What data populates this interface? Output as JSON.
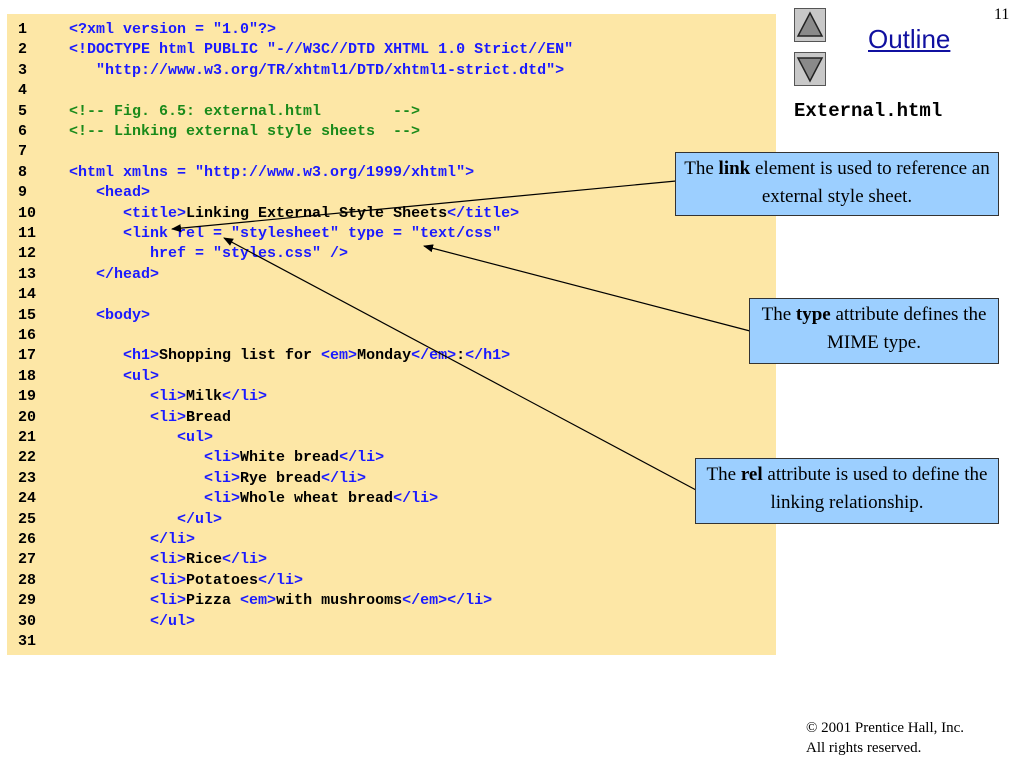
{
  "slide_number": "11",
  "outline": {
    "title": "Outline",
    "file_name": "External.html"
  },
  "nav": {
    "up_icon": "up-triangle",
    "down_icon": "down-triangle"
  },
  "colors": {
    "code_bg": "#fde7a6",
    "callout_bg": "#9ccfff",
    "markup": "#1a1aff",
    "comment": "#1a8a1a",
    "text": "#000000"
  },
  "code_lines": [
    {
      "n": "1",
      "segs": [
        [
          "b",
          "<?xml version = "
        ],
        [
          "s",
          "\"1.0\""
        ],
        [
          "b",
          "?>"
        ]
      ]
    },
    {
      "n": "2",
      "segs": [
        [
          "b",
          "<!DOCTYPE html PUBLIC "
        ],
        [
          "s",
          "\"-//W3C//DTD XHTML 1.0 Strict//EN\""
        ]
      ]
    },
    {
      "n": "3",
      "segs": [
        [
          "s",
          "   \"http://www.w3.org/TR/xhtml1/DTD/xhtml1-strict.dtd\""
        ],
        [
          "b",
          ">"
        ]
      ]
    },
    {
      "n": "4",
      "segs": []
    },
    {
      "n": "5",
      "segs": [
        [
          "c",
          "<!-- Fig. 6.5: external.html        -->"
        ]
      ]
    },
    {
      "n": "6",
      "segs": [
        [
          "c",
          "<!-- Linking external style sheets  -->"
        ]
      ]
    },
    {
      "n": "7",
      "segs": []
    },
    {
      "n": "8",
      "segs": [
        [
          "s",
          "<html xmlns = \"http://www.w3.org/1999/xhtml\">"
        ]
      ]
    },
    {
      "n": "9",
      "segs": [
        [
          "s",
          "   <head>"
        ]
      ]
    },
    {
      "n": "10",
      "segs": [
        [
          "s",
          "      <title>"
        ],
        [
          "k",
          "Linking External Style Sheets"
        ],
        [
          "s",
          "</title>"
        ]
      ]
    },
    {
      "n": "11",
      "segs": [
        [
          "s",
          "      <link rel = \"stylesheet\" type = \"text/css\""
        ]
      ]
    },
    {
      "n": "12",
      "segs": [
        [
          "s",
          "         href = \"styles.css\" />"
        ]
      ]
    },
    {
      "n": "13",
      "segs": [
        [
          "s",
          "   </head>"
        ]
      ]
    },
    {
      "n": "14",
      "segs": []
    },
    {
      "n": "15",
      "segs": [
        [
          "s",
          "   <body>"
        ]
      ]
    },
    {
      "n": "16",
      "segs": []
    },
    {
      "n": "17",
      "segs": [
        [
          "s",
          "      <h1>"
        ],
        [
          "k",
          "Shopping list for "
        ],
        [
          "s",
          "<em>"
        ],
        [
          "k",
          "Monday"
        ],
        [
          "s",
          "</em>"
        ],
        [
          "k",
          ":"
        ],
        [
          "s",
          "</h1>"
        ]
      ]
    },
    {
      "n": "18",
      "segs": [
        [
          "s",
          "      <ul>"
        ]
      ]
    },
    {
      "n": "19",
      "segs": [
        [
          "s",
          "         <li>"
        ],
        [
          "k",
          "Milk"
        ],
        [
          "s",
          "</li>"
        ]
      ]
    },
    {
      "n": "20",
      "segs": [
        [
          "s",
          "         <li>"
        ],
        [
          "k",
          "Bread"
        ]
      ]
    },
    {
      "n": "21",
      "segs": [
        [
          "s",
          "            <ul>"
        ]
      ]
    },
    {
      "n": "22",
      "segs": [
        [
          "s",
          "               <li>"
        ],
        [
          "k",
          "White bread"
        ],
        [
          "s",
          "</li>"
        ]
      ]
    },
    {
      "n": "23",
      "segs": [
        [
          "s",
          "               <li>"
        ],
        [
          "k",
          "Rye bread"
        ],
        [
          "s",
          "</li>"
        ]
      ]
    },
    {
      "n": "24",
      "segs": [
        [
          "s",
          "               <li>"
        ],
        [
          "k",
          "Whole wheat bread"
        ],
        [
          "s",
          "</li>"
        ]
      ]
    },
    {
      "n": "25",
      "segs": [
        [
          "s",
          "            </ul>"
        ]
      ]
    },
    {
      "n": "26",
      "segs": [
        [
          "s",
          "         </li>"
        ]
      ]
    },
    {
      "n": "27",
      "segs": [
        [
          "s",
          "         <li>"
        ],
        [
          "k",
          "Rice"
        ],
        [
          "s",
          "</li>"
        ]
      ]
    },
    {
      "n": "28",
      "segs": [
        [
          "s",
          "         <li>"
        ],
        [
          "k",
          "Potatoes"
        ],
        [
          "s",
          "</li>"
        ]
      ]
    },
    {
      "n": "29",
      "segs": [
        [
          "s",
          "         <li>"
        ],
        [
          "k",
          "Pizza "
        ],
        [
          "s",
          "<em>"
        ],
        [
          "k",
          "with mushrooms"
        ],
        [
          "s",
          "</em></li>"
        ]
      ]
    },
    {
      "n": "30",
      "segs": [
        [
          "s",
          "         </ul>"
        ]
      ]
    },
    {
      "n": "31",
      "segs": []
    }
  ],
  "callouts": {
    "link": {
      "pre": "The ",
      "bold": "link",
      "post": " element is used to reference an external style sheet."
    },
    "type": {
      "pre": "The ",
      "bold": "type",
      "post": " attribute defines the MIME type."
    },
    "rel": {
      "pre": "The ",
      "bold": "rel",
      "post": " attribute is used to define the linking relationship."
    }
  },
  "copyright": {
    "line1": "© 2001 Prentice Hall, Inc.",
    "line2": "All rights reserved."
  }
}
